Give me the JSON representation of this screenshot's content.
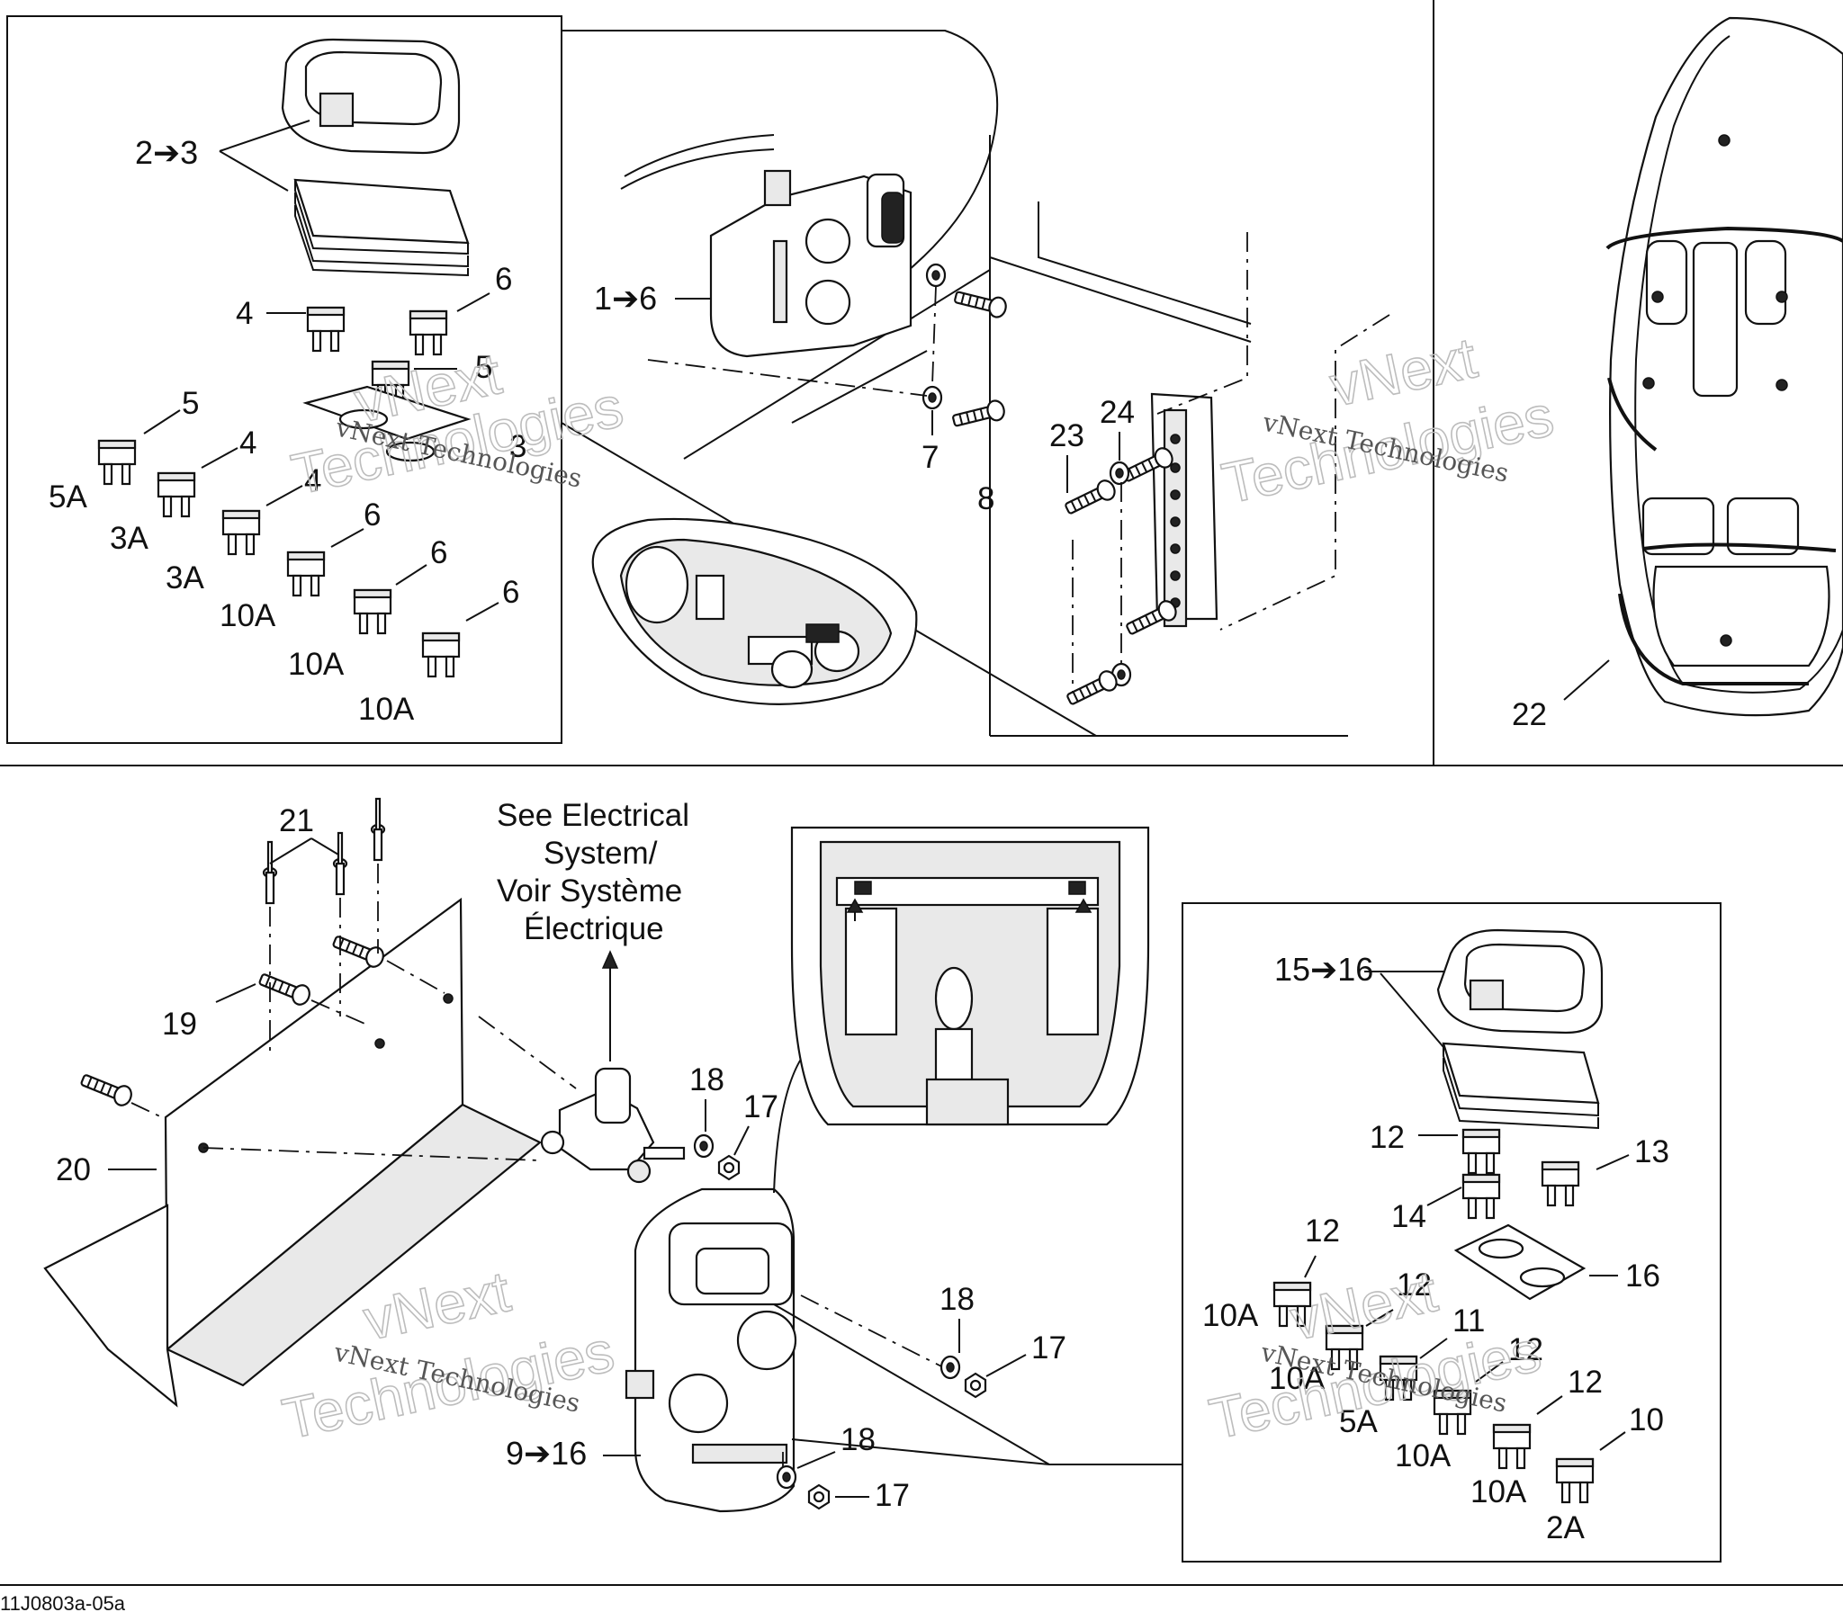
{
  "reference_code": "11J0803a-05a",
  "watermark": {
    "brand_text": "vNext Technologies",
    "big_word_1": "vNext",
    "big_word_2": "Technologies"
  },
  "callouts": {
    "c_2_3": "2➔3",
    "c_4": "4",
    "c_6": "6",
    "c_5": "5",
    "c_3": "3",
    "c_1_6": "1➔6",
    "c_7": "7",
    "c_8": "8",
    "c_23": "23",
    "c_24": "24",
    "c_22": "22",
    "c_21": "21",
    "c_19": "19",
    "c_20": "20",
    "c_18": "18",
    "c_17": "17",
    "c_9_16": "9➔16",
    "c_15_16": "15➔16",
    "c_12": "12",
    "c_13": "13",
    "c_14": "14",
    "c_16": "16",
    "c_11": "11",
    "c_10": "10"
  },
  "fuse_ratings": {
    "r_5a": "5A",
    "r_3a": "3A",
    "r_10a": "10A",
    "r_2a": "2A"
  },
  "note": {
    "line1": "See Electrical",
    "line2": "System/",
    "line3": "Voir Système",
    "line4": "Électrique"
  }
}
